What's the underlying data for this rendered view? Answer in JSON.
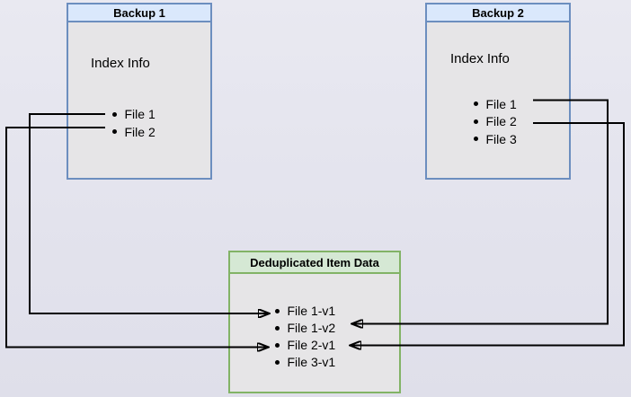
{
  "diagram": {
    "backup1": {
      "title": "Backup 1",
      "subtitle": "Index Info",
      "items": [
        "File 1",
        "File 2"
      ]
    },
    "backup2": {
      "title": "Backup 2",
      "subtitle": "Index Info",
      "items": [
        "File 1",
        "File 2",
        "File 3"
      ]
    },
    "dedup": {
      "title": "Deduplicated Item Data",
      "items": [
        "File 1-v1",
        "File 1-v2",
        "File 2-v1",
        "File 3-v1"
      ]
    },
    "connections": [
      {
        "from": "Backup 1 / File 1",
        "to": "Deduplicated Item Data / File 1-v1"
      },
      {
        "from": "Backup 1 / File 2",
        "to": "Deduplicated Item Data / File 2-v1"
      },
      {
        "from": "Backup 2 / File 1",
        "to": "Deduplicated Item Data / File 1-v2"
      },
      {
        "from": "Backup 2 / File 2",
        "to": "Deduplicated Item Data / File 2-v1"
      }
    ],
    "colors": {
      "backup_header_fill": "#dae8fc",
      "backup_border": "#6c8ebf",
      "dedup_header_fill": "#d5e8d4",
      "dedup_border": "#82b366",
      "connector": "#000000"
    }
  }
}
